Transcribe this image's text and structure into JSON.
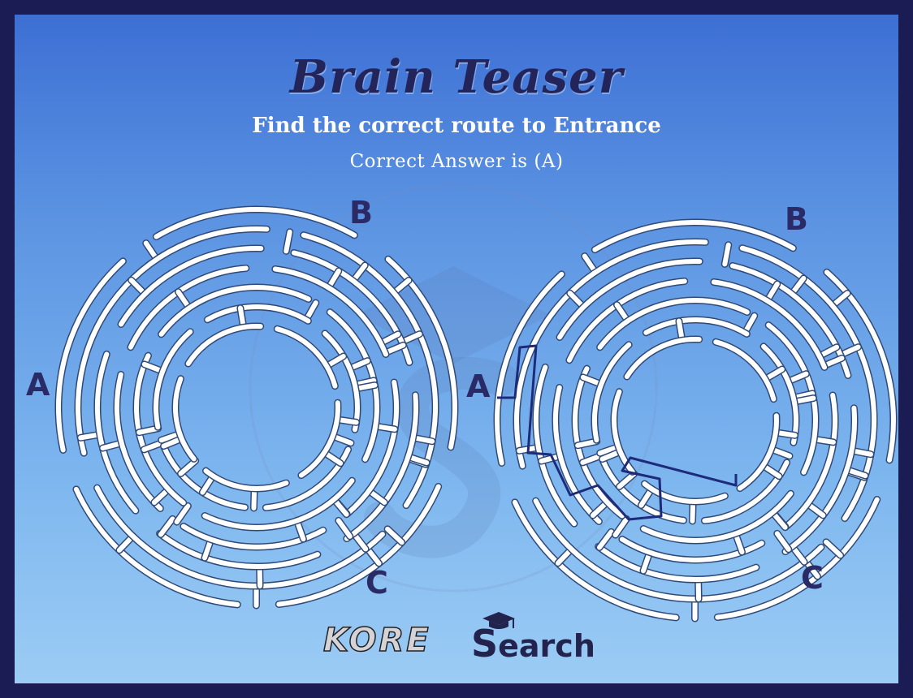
{
  "title": "Brain Teaser",
  "subtitle": "Find the correct route to Entrance",
  "answer_text": "Correct Answer is (A)",
  "mazes": [
    {
      "id": "puzzle",
      "labels": {
        "a": "A",
        "b": "B",
        "c": "C"
      },
      "solution_shown": false
    },
    {
      "id": "solution",
      "labels": {
        "a": "A",
        "b": "B",
        "c": "C"
      },
      "solution_shown": true
    }
  ],
  "correct_answer": "A",
  "brand": {
    "kore": "KORE",
    "search": "earch",
    "search_initial": "S"
  },
  "colors": {
    "border": "#1c1c54",
    "background_top": "#3d6fd4",
    "background_bottom": "#9cccf5",
    "maze_wall": "#2f4a78",
    "maze_path_fill": "#ffffff",
    "solution_path": "#1e2a7a",
    "label": "#2a2b66"
  }
}
